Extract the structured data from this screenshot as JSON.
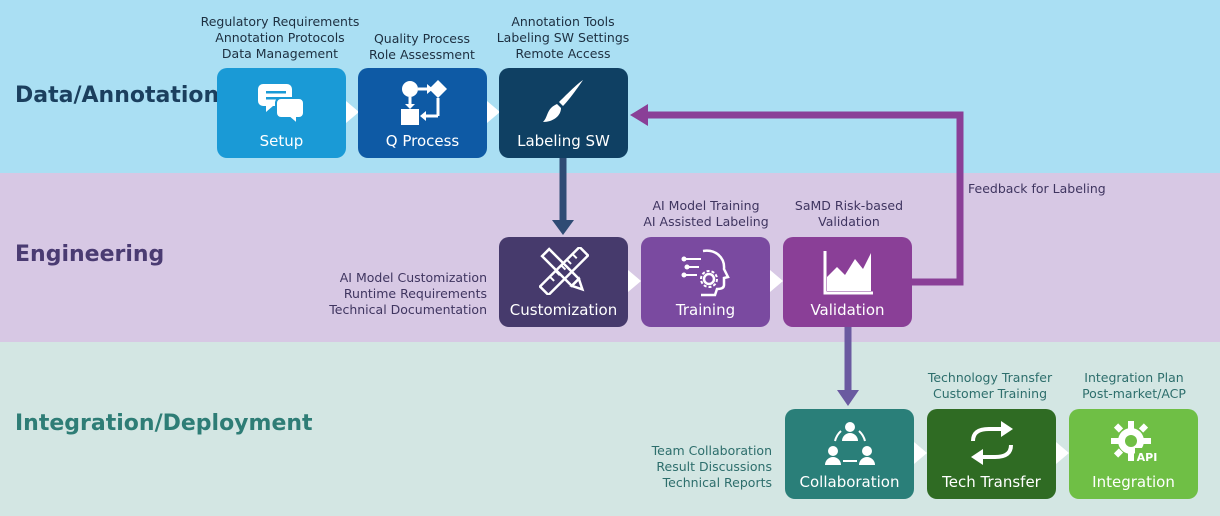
{
  "sections": {
    "data_annotation": "Data/Annotation",
    "engineering": "Engineering",
    "integration": "Integration/Deployment"
  },
  "boxes": {
    "setup": {
      "label": "Setup",
      "color": "#1a9ad6",
      "icon": "chat-bubbles-icon"
    },
    "q_process": {
      "label": "Q Process",
      "color": "#0e5aa5",
      "icon": "flowchart-icon"
    },
    "labeling_sw": {
      "label": "Labeling SW",
      "color": "#0f4063",
      "icon": "paintbrush-icon"
    },
    "customization": {
      "label": "Customization",
      "color": "#463a6c",
      "icon": "ruler-pencil-icon"
    },
    "training": {
      "label": "Training",
      "color": "#7a4aa0",
      "icon": "ai-head-icon"
    },
    "validation": {
      "label": "Validation",
      "color": "#8a3f97",
      "icon": "area-chart-icon"
    },
    "collaboration": {
      "label": "Collaboration",
      "color": "#2a7f79",
      "icon": "team-network-icon"
    },
    "tech_transfer": {
      "label": "Tech Transfer",
      "color": "#2f6b23",
      "icon": "exchange-arrows-icon"
    },
    "integration": {
      "label": "Integration",
      "color": "#6fbf45",
      "icon": "api-gear-icon"
    }
  },
  "notes": {
    "setup": [
      "Regulatory Requirements",
      "Annotation Protocols",
      "Data Management"
    ],
    "q_process": [
      "Quality Process",
      "Role Assessment"
    ],
    "labeling_sw": [
      "Annotation Tools",
      "Labeling SW Settings",
      "Remote Access"
    ],
    "customization": [
      "AI Model Customization",
      "Runtime Requirements",
      "Technical Documentation"
    ],
    "training": [
      "AI Model Training",
      "AI Assisted Labeling"
    ],
    "validation": [
      "SaMD Risk-based",
      "Validation"
    ],
    "collaboration": [
      "Team Collaboration",
      "Result Discussions",
      "Technical Reports"
    ],
    "tech_transfer": [
      "Technology Transfer",
      "Customer Training"
    ],
    "integration": [
      "Integration Plan",
      "Post-market/ACP"
    ]
  },
  "feedback_label": "Feedback for Labeling",
  "icon_text": {
    "api": "API"
  },
  "colors": {
    "band_data": "#aadff3",
    "band_engineering": "#d7c8e4",
    "band_integration": "#d3e6e3",
    "arrow_down_1": "#2f4b74",
    "arrow_down_2": "#6a5aa0",
    "feedback_arrow": "#8a3f97"
  }
}
